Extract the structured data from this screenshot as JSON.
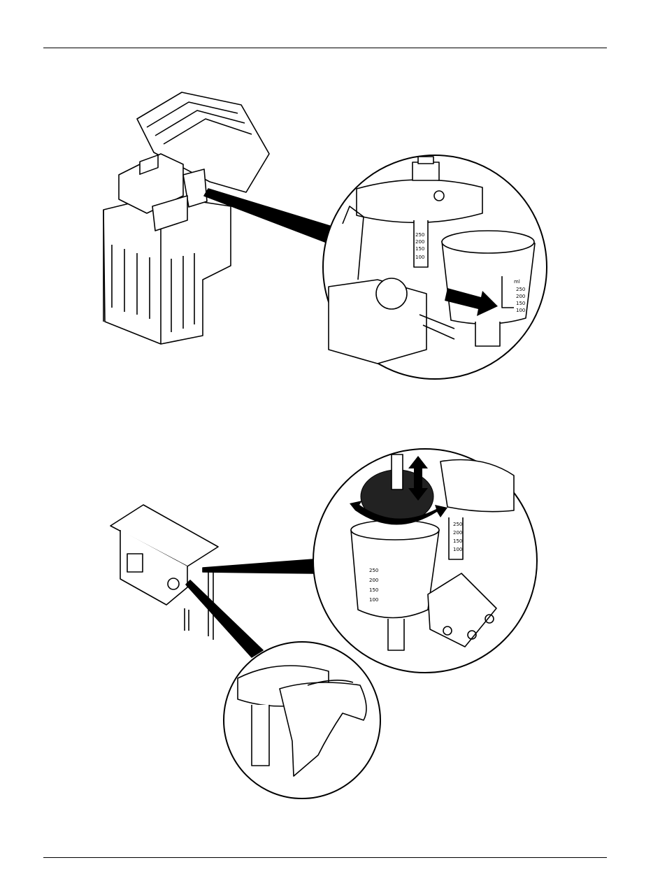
{
  "figures": [
    {
      "name": "figure-remove-collection-vessel",
      "scale_top": "ml",
      "scale_marks": [
        "250",
        "200",
        "150",
        "100"
      ],
      "stem_marks": [
        "250",
        "200",
        "150",
        "100"
      ]
    },
    {
      "name": "figure-clean-collection-vessel",
      "scale_marks": [
        "250",
        "200",
        "150",
        "100"
      ],
      "stem_marks": [
        "250",
        "200",
        "150",
        "100"
      ]
    }
  ],
  "colors": {
    "ink": "#000000",
    "paper": "#ffffff",
    "shade": "#e6e6e6"
  }
}
